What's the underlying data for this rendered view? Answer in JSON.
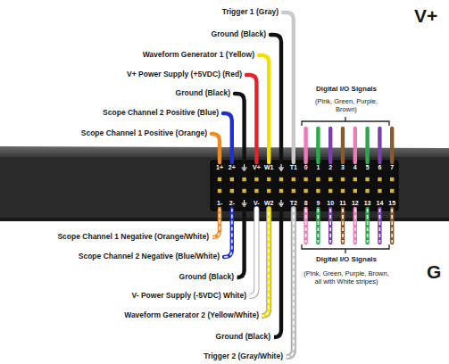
{
  "diagram": {
    "labels": [
      "Trigger 1 (Gray)",
      "Ground (Black)",
      "Waveform Generator 1 (Yellow)",
      "V+ Power Supply (+5VDC) (Red)",
      "Ground (Black)",
      "Scope Channel 2 Positive (Blue)",
      "Scope Channel 1 Positive (Orange)",
      "V+",
      "Digital I/O Signals",
      "(Pink, Green, Purple, Brown)",
      "1+",
      "2+",
      "V+",
      "W1",
      "T1",
      "0",
      "1",
      "2",
      "3",
      "4",
      "5",
      "6",
      "7",
      "1-",
      "2-",
      "V-",
      "W2",
      "T2",
      "8",
      "9",
      "10",
      "11",
      "12",
      "13",
      "14",
      "15",
      "Scope Channel 1 Negative (Orange/White)",
      "Scope Channel 2 Negative (Blue/White)",
      "Ground (Black)",
      "V- Power Supply (-5VDC) White)",
      "Waveform Generator 2 (Yellow/White)",
      "Ground (Black)",
      "Trigger 2 (Gray/White)",
      "Digital I/O Signals",
      "(Pink, Green, Purple, Brown, all with White stripes)",
      "G"
    ]
  }
}
